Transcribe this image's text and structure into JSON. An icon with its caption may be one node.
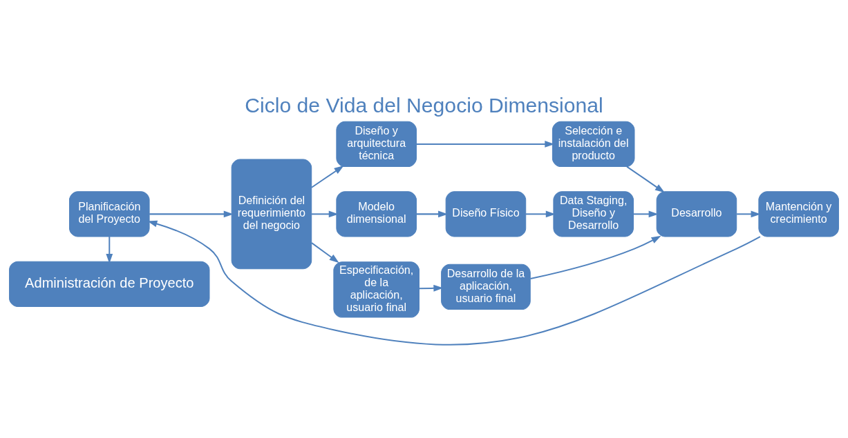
{
  "diagram": {
    "title": "Ciclo de Vida del Negocio Dimensional",
    "nodes": [
      {
        "text": [
          "Planificación del Proyecto"
        ]
      },
      {
        "text": [
          "Definición del requerimiento del negocio"
        ]
      },
      {
        "text": [
          "Diseño y arquitectura técnica"
        ]
      },
      {
        "text": [
          "Selección e instalación del producto"
        ]
      },
      {
        "text": [
          "Modelo dimensional"
        ]
      },
      {
        "text": [
          "Diseño Físico"
        ]
      },
      {
        "text": [
          "Data Staging, Diseño y Desarrollo"
        ]
      },
      {
        "text": [
          "Especificación, de la aplicación, usuario final"
        ]
      },
      {
        "text": [
          "Desarrollo de la aplicación, usuario final"
        ]
      },
      {
        "text": [
          "Desarrollo"
        ]
      },
      {
        "text": [
          "Mantención y crecimiento"
        ]
      },
      {
        "text": [
          "Administración de Proyecto"
        ]
      }
    ],
    "edges": [
      {
        "from": 0,
        "to": 1,
        "arrow": "to"
      },
      {
        "from": 1,
        "to": 2,
        "arrow": "to"
      },
      {
        "from": 1,
        "to": 4,
        "arrow": "to"
      },
      {
        "from": 1,
        "to": 7,
        "arrow": "to"
      },
      {
        "from": 2,
        "to": 3,
        "arrow": "to"
      },
      {
        "from": 3,
        "to": 9,
        "arrow": "to"
      },
      {
        "from": 4,
        "to": 5,
        "arrow": "to"
      },
      {
        "from": 5,
        "to": 6,
        "arrow": "to"
      },
      {
        "from": 6,
        "to": 9,
        "arrow": "to"
      },
      {
        "from": 7,
        "to": 8,
        "arrow": "to"
      },
      {
        "from": 8,
        "to": 9,
        "arrow": "to"
      },
      {
        "from": 9,
        "to": 10,
        "arrow": "to"
      },
      {
        "from": 10,
        "to": 0,
        "arrow": "to"
      },
      {
        "from": 0,
        "to": 11,
        "arrow": "to"
      }
    ]
  }
}
